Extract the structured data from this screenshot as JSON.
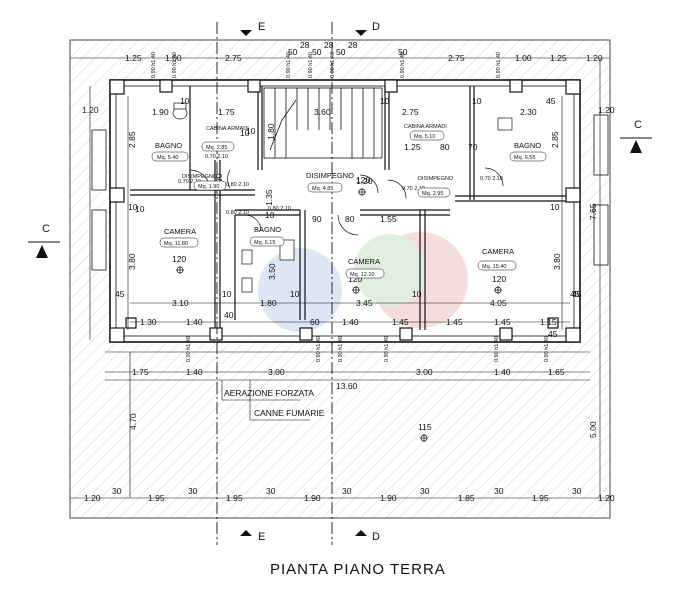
{
  "title": "PIANTA PIANO TERRA",
  "section_markers": {
    "e": "E",
    "d": "D",
    "c": "C"
  },
  "top_dims": [
    "1.25",
    "1.00",
    "2.75",
    "50",
    "28",
    "50",
    "28",
    "50",
    "28",
    "50",
    "2.75",
    "1.00",
    "1.25",
    "1.20"
  ],
  "left_dims": [
    "1.20",
    "2.85",
    "10",
    "3.80",
    "45"
  ],
  "right_dims": [
    "1.20",
    "2.85",
    "7.65",
    "3.80",
    "45",
    "5.00"
  ],
  "inner_h_dims": [
    "1.90",
    "10",
    "1.75",
    "3.60",
    "2.75",
    "10",
    "2.30",
    "45",
    "10",
    "10"
  ],
  "mid_dims": [
    "1.25",
    "80",
    "70",
    "90",
    "80",
    "1.55",
    "1.20",
    "1.20",
    "1.35",
    "1.80"
  ],
  "row_310": [
    "3.10",
    "10",
    "1.80",
    "10",
    "3.45",
    "10",
    "4.05",
    "45"
  ],
  "row_130": [
    "1.30",
    "1.40",
    "40",
    "60",
    "1.40",
    "1.45",
    "1.45",
    "1.45",
    "1.15",
    "45"
  ],
  "row_175": [
    "1.75",
    "1.40",
    "3.00",
    "3.00",
    "1.40",
    "1.65",
    "13.60"
  ],
  "small_mix": [
    "3.50",
    "10",
    "10",
    "10",
    "10"
  ],
  "bottom_dims": [
    "1.20",
    "30",
    "1.95",
    "30",
    "1.95",
    "30",
    "1.90",
    "30",
    "1.90",
    "30",
    "1.85",
    "30",
    "1.95",
    "30",
    "1.20"
  ],
  "vert_outer": [
    "4.70"
  ],
  "elevation": [
    "120",
    "120",
    "120",
    "120",
    "115"
  ],
  "door_codes": [
    "0.70 2.10",
    "0.70 2.10",
    "0.80 2.10",
    "0.70 2.10",
    "0.80 2.10",
    "0.80 2.10",
    "0.70 2.10"
  ],
  "win_codes": [
    "0.90 h1.40",
    "0.90 h1.40",
    "0.90 h1.40",
    "0.90 h1.40",
    "0.90 h1.40",
    "0.90 h1.40",
    "0.90 h1.40",
    "0.90 h1.40",
    "0.90 h1.40",
    "0.90 h1.40",
    "0.90 h1.40",
    "0.90 h1.40",
    "0.90 h1.40"
  ],
  "rooms": [
    {
      "name": "BAGNO",
      "area": "Mq. 5.40"
    },
    {
      "name": "CABINA ARMADI",
      "area": "Mq. 2.85"
    },
    {
      "name": "DISIMPEGNO",
      "area": "Mq. 1.90"
    },
    {
      "name": "DISIMPEGNO",
      "area": "Mq. 4.85"
    },
    {
      "name": "CABINA ARMADI",
      "area": "Mq. 5.10"
    },
    {
      "name": "DISIMPEGNO",
      "area": "Mq. 2.95"
    },
    {
      "name": "BAGNO",
      "area": "Mq. 6.55"
    },
    {
      "name": "CAMERA",
      "area": "Mq. 11.80"
    },
    {
      "name": "BAGNO",
      "area": "Mq. 6.15"
    },
    {
      "name": "CAMERA",
      "area": "Mq. 12.10"
    },
    {
      "name": "CAMERA",
      "area": "Mq. 15.40"
    }
  ],
  "notes": [
    "AERAZIONE FORZATA",
    "CANNE FUMARIE"
  ]
}
